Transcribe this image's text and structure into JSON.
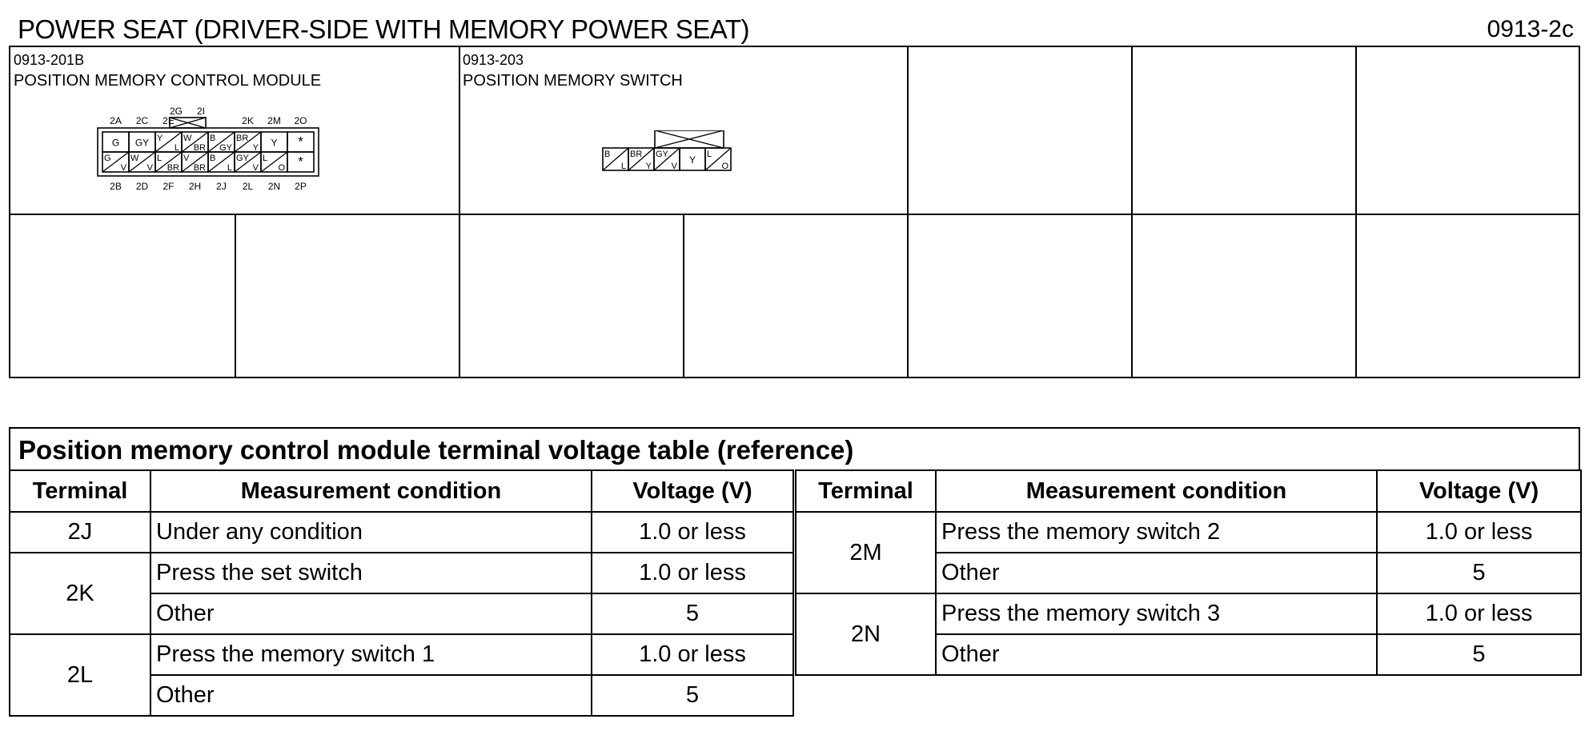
{
  "header": {
    "title": "POWER SEAT (DRIVER-SIDE WITH MEMORY POWER SEAT)",
    "code": "0913-2c"
  },
  "connectors": [
    {
      "id": "0913-201B",
      "name": "POSITION MEMORY CONTROL MODULE",
      "top_pins": [
        "2A",
        "2C",
        "2E",
        "2G",
        "2I",
        "2K",
        "2M",
        "2O"
      ],
      "bottom_pins": [
        "2B",
        "2D",
        "2F",
        "2H",
        "2J",
        "2L",
        "2N",
        "2P"
      ],
      "row1_wires": [
        "G",
        "GY",
        "Y/L",
        "W/BR",
        "B/GY",
        "BR/Y",
        "Y",
        "*"
      ],
      "row2_wires": [
        "G/V",
        "W/V",
        "L/BR",
        "V/BR",
        "B/L",
        "GY/V",
        "L/O",
        "*"
      ]
    },
    {
      "id": "0913-203",
      "name": "POSITION MEMORY SWITCH",
      "wires": [
        "B/L",
        "BR/Y",
        "GY/V",
        "Y",
        "L/O"
      ]
    }
  ],
  "voltage_table": {
    "caption": "Position memory control module terminal voltage table (reference)",
    "headers": [
      "Terminal",
      "Measurement condition",
      "Voltage (V)"
    ],
    "left": [
      {
        "terminal": "2J",
        "rows": [
          {
            "condition": "Under any condition",
            "voltage": "1.0 or less"
          }
        ]
      },
      {
        "terminal": "2K",
        "rows": [
          {
            "condition": "Press the set switch",
            "voltage": "1.0 or less"
          },
          {
            "condition": "Other",
            "voltage": "5"
          }
        ]
      },
      {
        "terminal": "2L",
        "rows": [
          {
            "condition": "Press the memory switch 1",
            "voltage": "1.0 or less"
          },
          {
            "condition": "Other",
            "voltage": "5"
          }
        ]
      }
    ],
    "right": [
      {
        "terminal": "2M",
        "rows": [
          {
            "condition": "Press the memory switch 2",
            "voltage": "1.0 or less"
          },
          {
            "condition": "Other",
            "voltage": "5"
          }
        ]
      },
      {
        "terminal": "2N",
        "rows": [
          {
            "condition": "Press the memory switch 3",
            "voltage": "1.0 or less"
          },
          {
            "condition": "Other",
            "voltage": "5"
          }
        ]
      }
    ]
  }
}
